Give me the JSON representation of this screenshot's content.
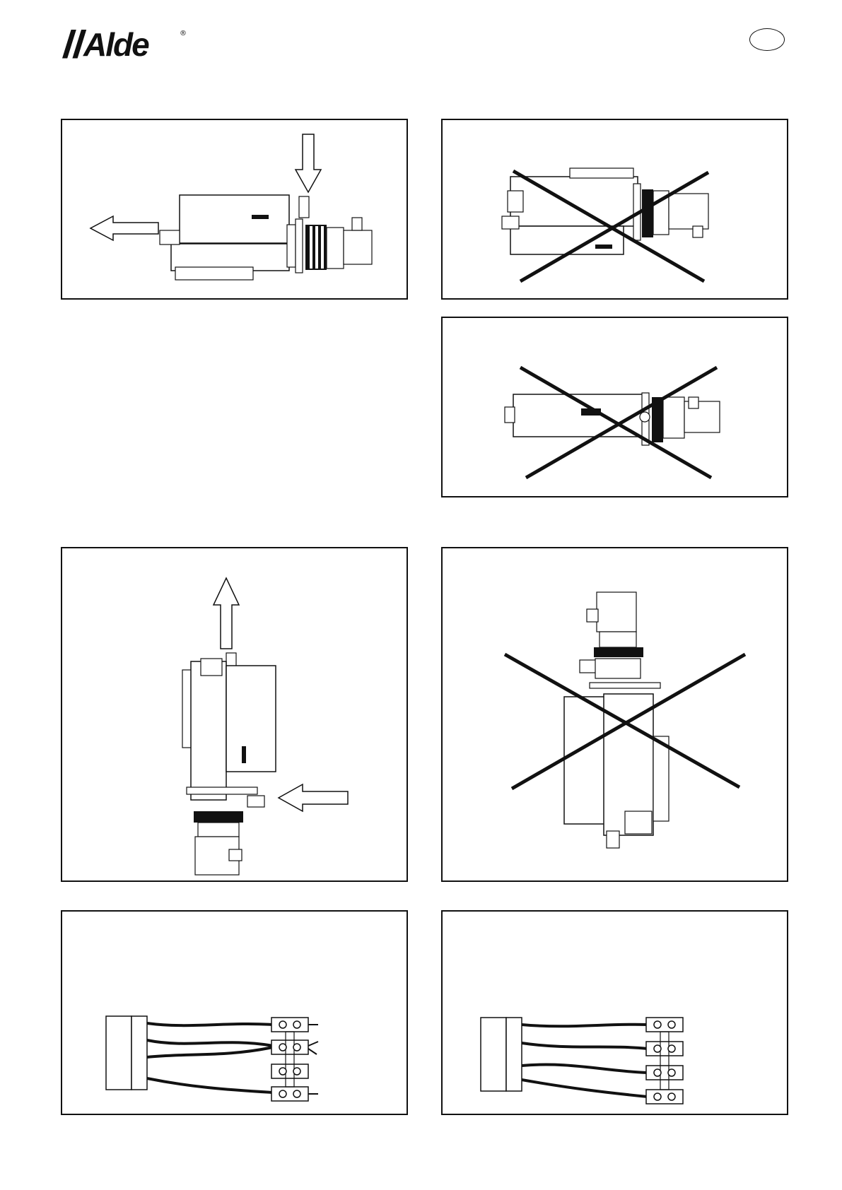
{
  "header": {
    "brand": "Alde",
    "registered_mark": "®"
  },
  "panels": [
    {
      "id": "p1",
      "verdict": "correct",
      "orientation": "horizontal",
      "flow_arrows": [
        "in-top",
        "out-left"
      ]
    },
    {
      "id": "p2",
      "verdict": "incorrect",
      "orientation": "horizontal-inverted"
    },
    {
      "id": "p3",
      "verdict": "incorrect",
      "orientation": "horizontal-side"
    },
    {
      "id": "p4",
      "verdict": "correct",
      "orientation": "vertical",
      "flow_arrows": [
        "out-top",
        "in-right"
      ]
    },
    {
      "id": "p5",
      "verdict": "incorrect",
      "orientation": "vertical-inverted"
    },
    {
      "id": "p6",
      "type": "wiring",
      "terminals": 4
    },
    {
      "id": "p7",
      "type": "wiring",
      "terminals": 4
    }
  ],
  "colors": {
    "ink": "#111111",
    "paper": "#ffffff",
    "shade": "#dddddd"
  }
}
